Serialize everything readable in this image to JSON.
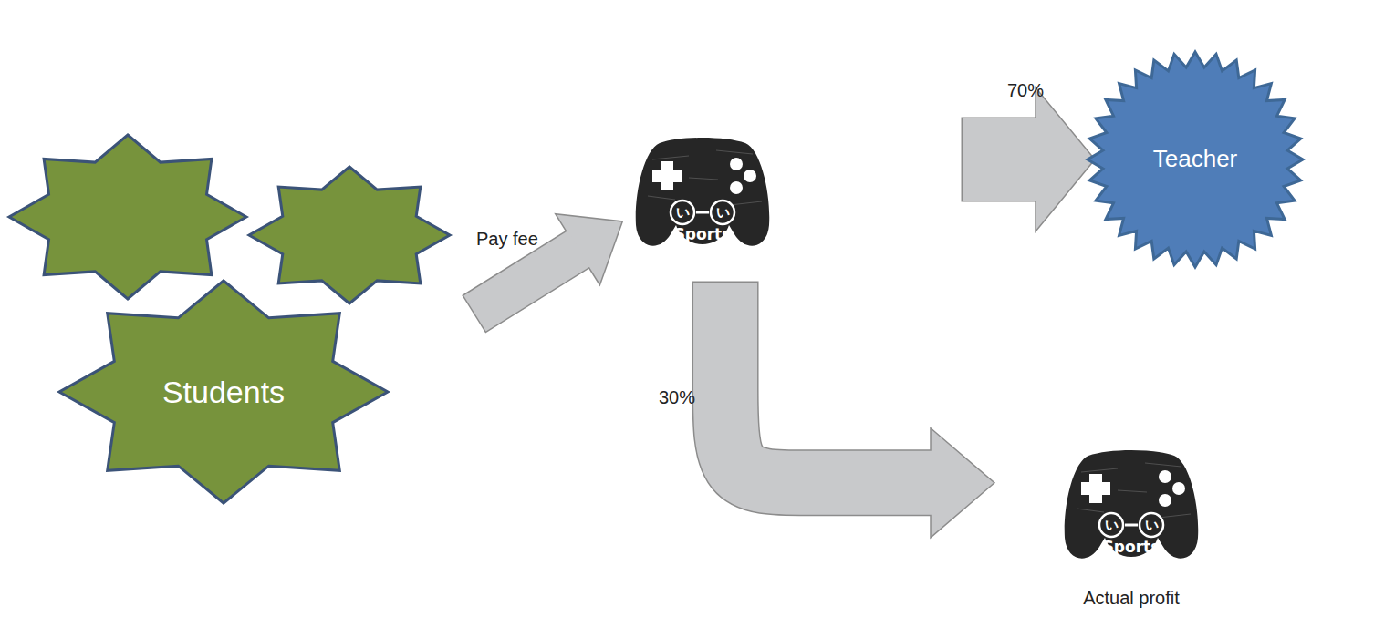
{
  "diagram": {
    "nodes": [
      {
        "text": [
          "Students"
        ]
      },
      {
        "text": [
          "い",
          "い",
          "Sports"
        ]
      },
      {
        "text": [
          "Teacher"
        ]
      },
      {
        "text": [
          "い",
          "い",
          "Sports",
          "Actual profit"
        ]
      }
    ],
    "edges": [
      {
        "from": 0,
        "to": 1,
        "arrow": "to",
        "label": "Pay fee"
      },
      {
        "from": 1,
        "to": 2,
        "arrow": "to",
        "label": "70%"
      },
      {
        "from": 1,
        "to": 3,
        "arrow": "to",
        "label": "30%"
      }
    ]
  }
}
